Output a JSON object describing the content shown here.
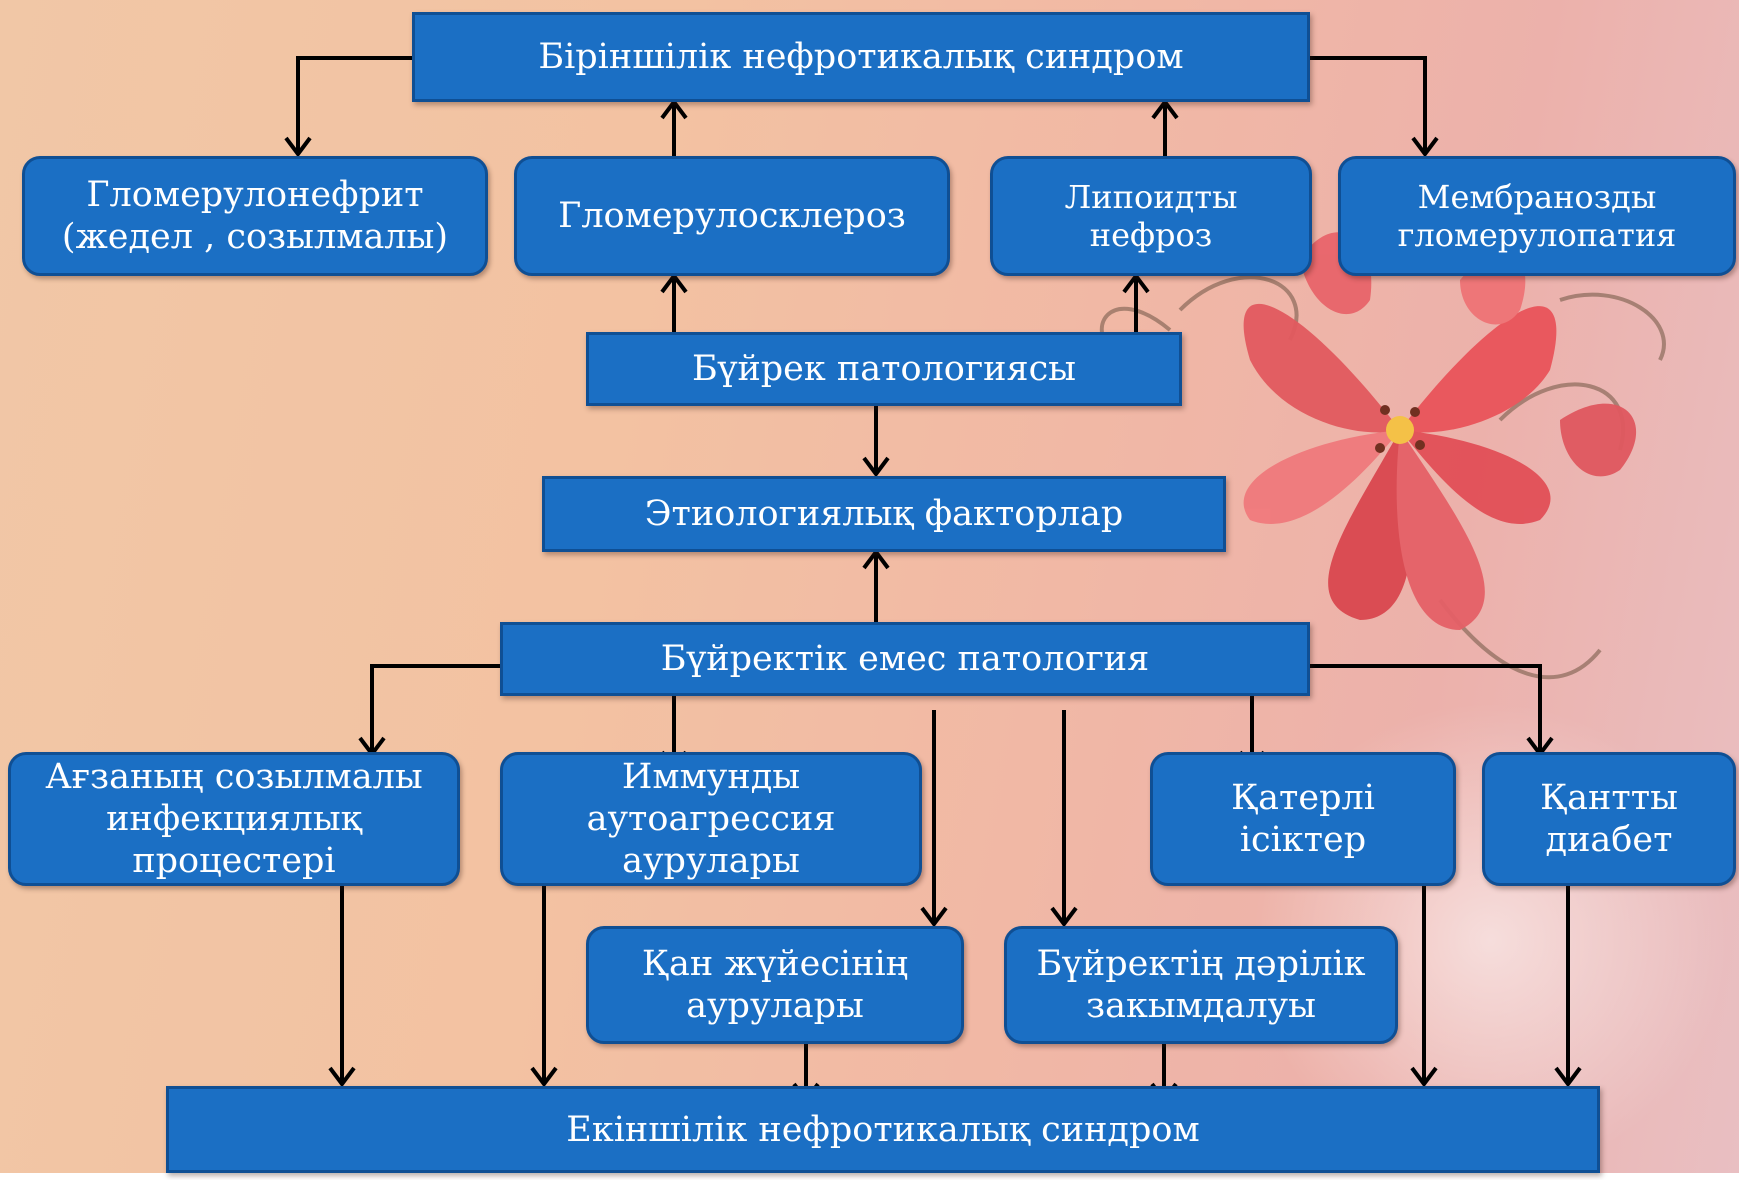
{
  "diagram": {
    "top": "Біріншілік нефротикалық синдром",
    "primary": [
      "Гломерулонефрит\n(жедел , созылмалы)",
      "Гломерулосклероз",
      "Липоидты\nнефроз",
      "Мембранозды\nгломерулопатия"
    ],
    "kidney_pathology": "Бүйрек патологиясы",
    "etiology": "Этиологиялық факторлар",
    "non_kidney": "Бүйректік емес патология",
    "secondary_causes": [
      "Ағзаның созылмалы\nинфекциялық\nпроцестері",
      "Иммунды\nаутоагрессия\nаурулары",
      "Қатерлі\nісіктер",
      "Қантты\nдиабет",
      "Қан жүйесінің\nаурулары",
      "Бүйректің дәрілік\nзакымдалуы"
    ],
    "bottom": "Екіншілік нефротикалық синдром"
  },
  "colors": {
    "box_fill": "#1b6fc4",
    "box_border": "#0f4f94",
    "text": "#ffffff",
    "arrow": "#000000"
  }
}
